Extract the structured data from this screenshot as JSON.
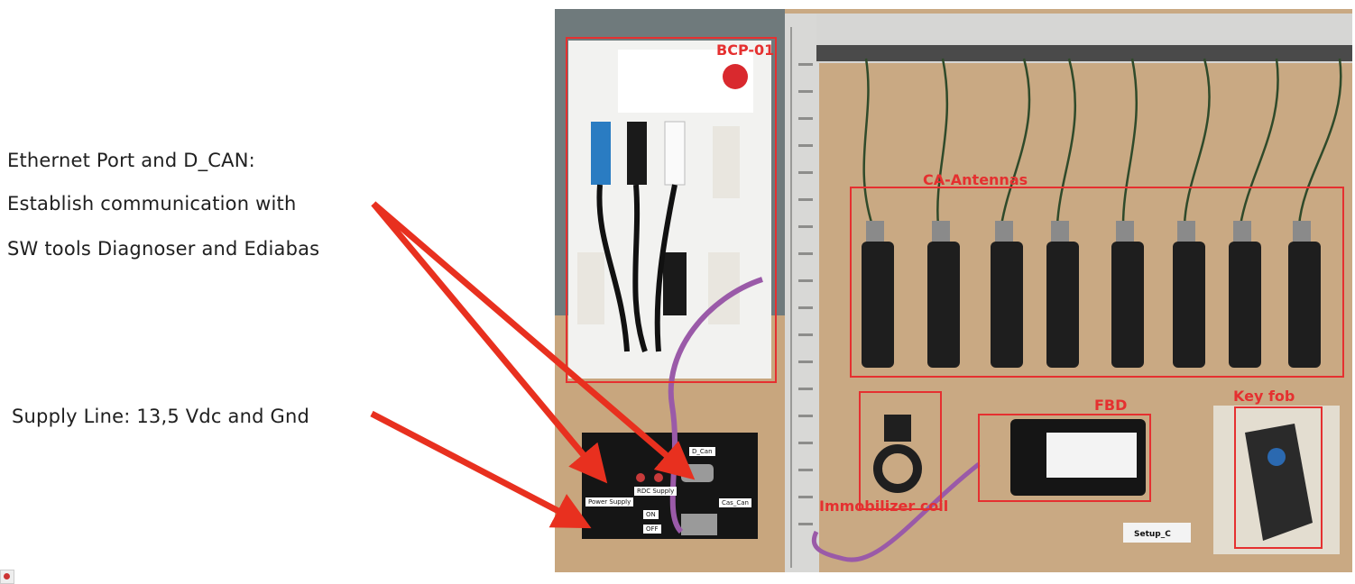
{
  "annotations": {
    "line1": "Ethernet Port and D_CAN:",
    "line2": "Establish communication with",
    "line3": "SW tools Diagnoser and Ediabas",
    "supply": "Supply Line: 13,5 Vdc and Gnd"
  },
  "photo_labels": {
    "bcp": "BCP-01",
    "antennas": "CA-Antennas",
    "fbd": "FBD",
    "key_fob": "Key fob",
    "immobilizer": "Immobilizer coil",
    "setup": "Setup_C"
  },
  "box_labels": {
    "d_can": "D_Can",
    "power_supply": "Power Supply",
    "rdc": "RDC Supply",
    "off": "OFF",
    "on": "ON",
    "cas": "Cas_Can"
  },
  "colors": {
    "highlight": "#e53030",
    "arrow": "#e8301f",
    "board": "#c8a67e",
    "cable_purple": "#9a5aa8"
  }
}
